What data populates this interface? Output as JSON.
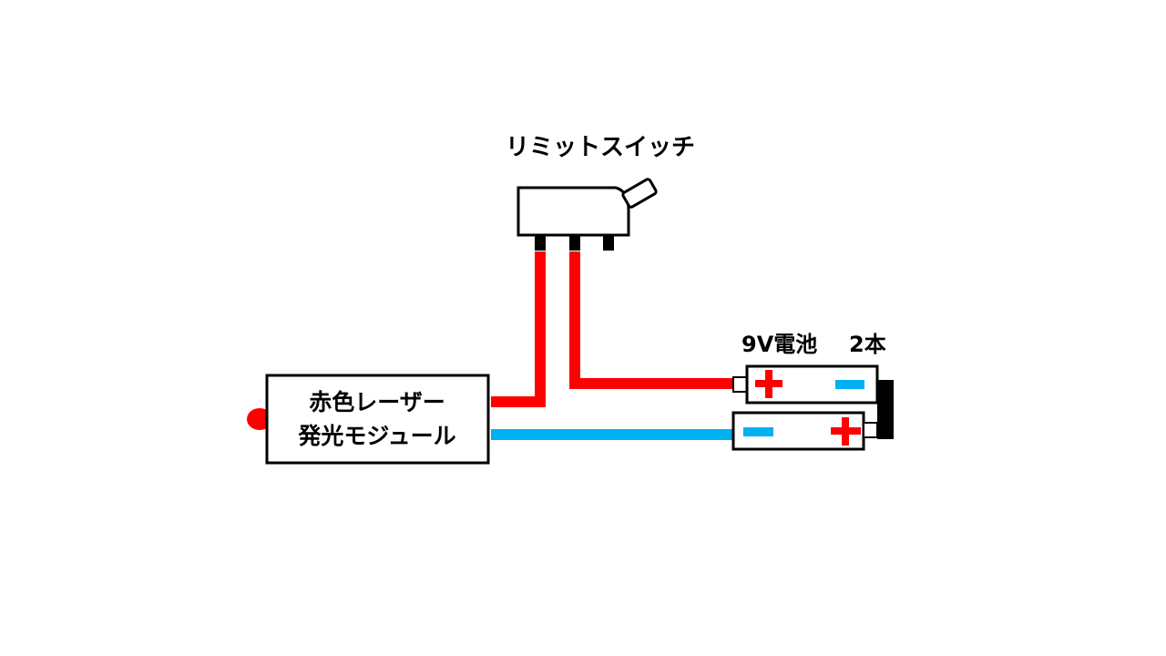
{
  "labels": {
    "limit_switch": "リミットスイッチ",
    "laser_line1": "赤色レーザー",
    "laser_line2": "発光モジュール",
    "battery": "9V電池",
    "battery_count": "2本"
  },
  "battery_symbols": {
    "plus": "+",
    "minus": "−"
  },
  "colors": {
    "positive_wire": "#ff0000",
    "negative_wire": "#00b0f0",
    "laser_dot": "#ff0000",
    "outline": "#000000"
  }
}
